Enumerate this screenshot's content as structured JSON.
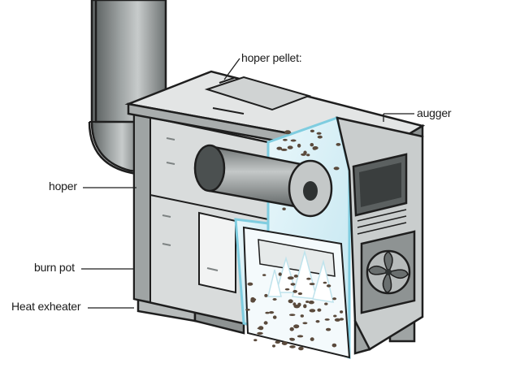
{
  "labels": {
    "hopper_pellet": "hoper pellet:",
    "auger": "augger",
    "hopper": "hoper",
    "burn_pot": "burn pot",
    "heat_exchanger": "Heat exheater"
  },
  "colors": {
    "outline": "#1e1e1e",
    "steel_light": "#d9dcdc",
    "steel_mid": "#b7bbbb",
    "steel_dark": "#7d8282",
    "glass_tint": "#dff1f6",
    "glow": "#a9dcea",
    "pellet": "#5a4a3c",
    "flame": "#ffffff"
  },
  "icons": {
    "fan": "fan-icon",
    "auger_screw": "auger-screw-icon"
  }
}
